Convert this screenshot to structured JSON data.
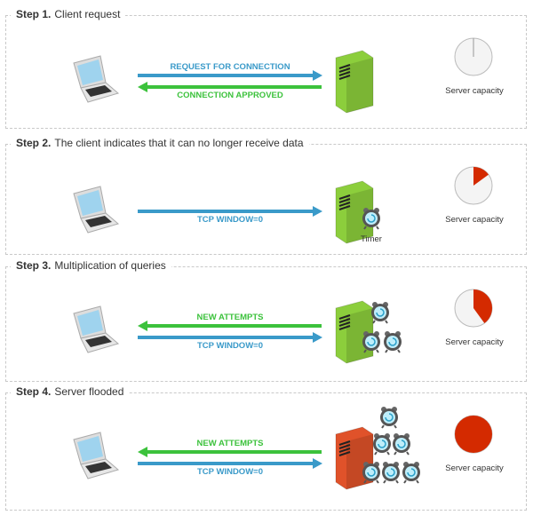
{
  "colors": {
    "blue": "#3a9ac9",
    "green": "#3cc23c",
    "server_ok": "#8cce3c",
    "server_bad": "#e0522a",
    "gauge_fill": "#d42a00"
  },
  "capacity_label": "Server capacity",
  "steps": [
    {
      "step": "Step 1.",
      "title": "Client request",
      "capacity": 0,
      "server_state": "normal",
      "clocks": 0,
      "arrows": [
        {
          "dir": "right",
          "color": "blue",
          "label": "REQUEST FOR CONNECTION"
        },
        {
          "dir": "left",
          "color": "green",
          "label": "CONNECTION APPROVED"
        }
      ]
    },
    {
      "step": "Step 2.",
      "title": "The client indicates that it can no longer receive data",
      "capacity": 0.15,
      "server_state": "normal",
      "clocks": 1,
      "timer_label": "Timer",
      "arrows": [
        {
          "dir": "right",
          "color": "blue",
          "label": "TCP WINDOW=0"
        }
      ]
    },
    {
      "step": "Step 3.",
      "title": "Multiplication of queries",
      "capacity": 0.4,
      "server_state": "normal",
      "clocks": 3,
      "arrows": [
        {
          "dir": "left",
          "color": "green",
          "label": "NEW ATTEMPTS"
        },
        {
          "dir": "right",
          "color": "blue",
          "label": "TCP WINDOW=0"
        }
      ]
    },
    {
      "step": "Step 4.",
      "title": "Server flooded",
      "capacity": 1,
      "server_state": "flooded",
      "clocks": 6,
      "arrows": [
        {
          "dir": "left",
          "color": "green",
          "label": "NEW ATTEMPTS"
        },
        {
          "dir": "right",
          "color": "blue",
          "label": "TCP WINDOW=0"
        }
      ]
    }
  ]
}
